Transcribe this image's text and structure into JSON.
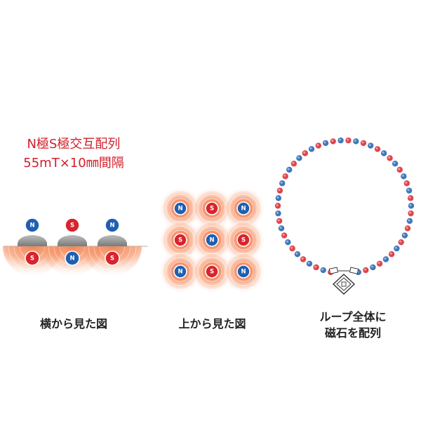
{
  "headline": {
    "line1": "N極S極交互配列",
    "line2": "55mT×10㎜間隔"
  },
  "colors": {
    "north": "#1f5fb0",
    "south": "#d8242e",
    "headline": "#d21e2a",
    "glow": "#f26a3a"
  },
  "side_view": {
    "caption": "横から見た図",
    "top_letters": [
      "N",
      "S",
      "N"
    ],
    "bottom_letters": [
      "S",
      "N",
      "S"
    ]
  },
  "top_view": {
    "caption": "上から見た図",
    "grid": [
      [
        "N",
        "S",
        "N"
      ],
      [
        "S",
        "N",
        "S"
      ],
      [
        "N",
        "S",
        "N"
      ]
    ]
  },
  "loop_view": {
    "caption_line1": "ループ全体に",
    "caption_line2": "磁石を配列",
    "bead_colors": [
      "south",
      "north"
    ],
    "clasp_icon": "baseball-diamond-clasp-icon"
  }
}
